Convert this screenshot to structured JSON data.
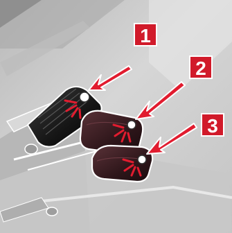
{
  "callouts": [
    {
      "number": "1"
    },
    {
      "number": "2"
    },
    {
      "number": "3"
    }
  ],
  "colors": {
    "badge_fill": "#d11a2a",
    "arrow": "#e11c2f",
    "background": "#cfcfcf",
    "roller_1": "#1a1a1a",
    "roller_2_3": "#3a1f24"
  },
  "icons": [
    "callout-arrow",
    "pickup-roller",
    "separator-roller"
  ]
}
